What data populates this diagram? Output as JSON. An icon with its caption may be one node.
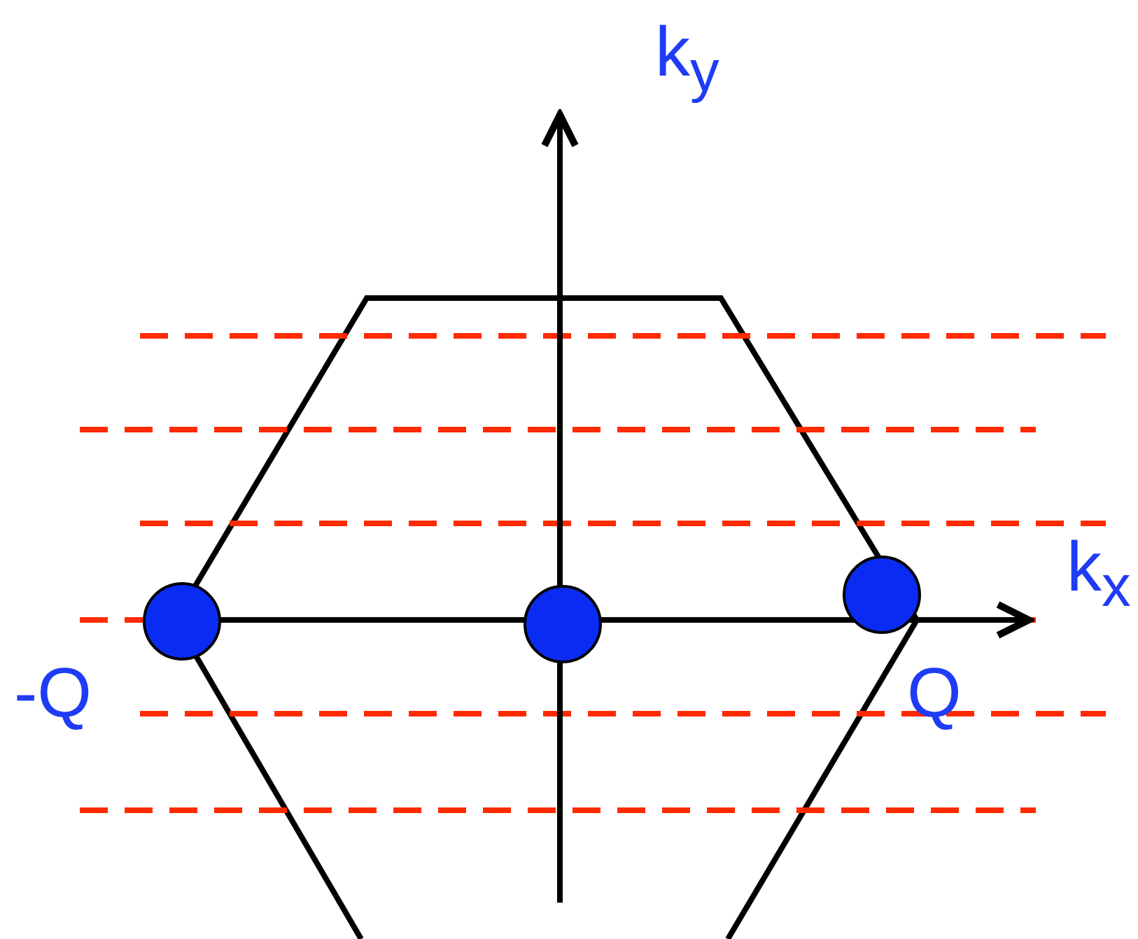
{
  "diagram": {
    "labels": [
      "k$_{y}$",
      "k$_{x}$",
      "-Q",
      "Q"
    ]
  }
}
